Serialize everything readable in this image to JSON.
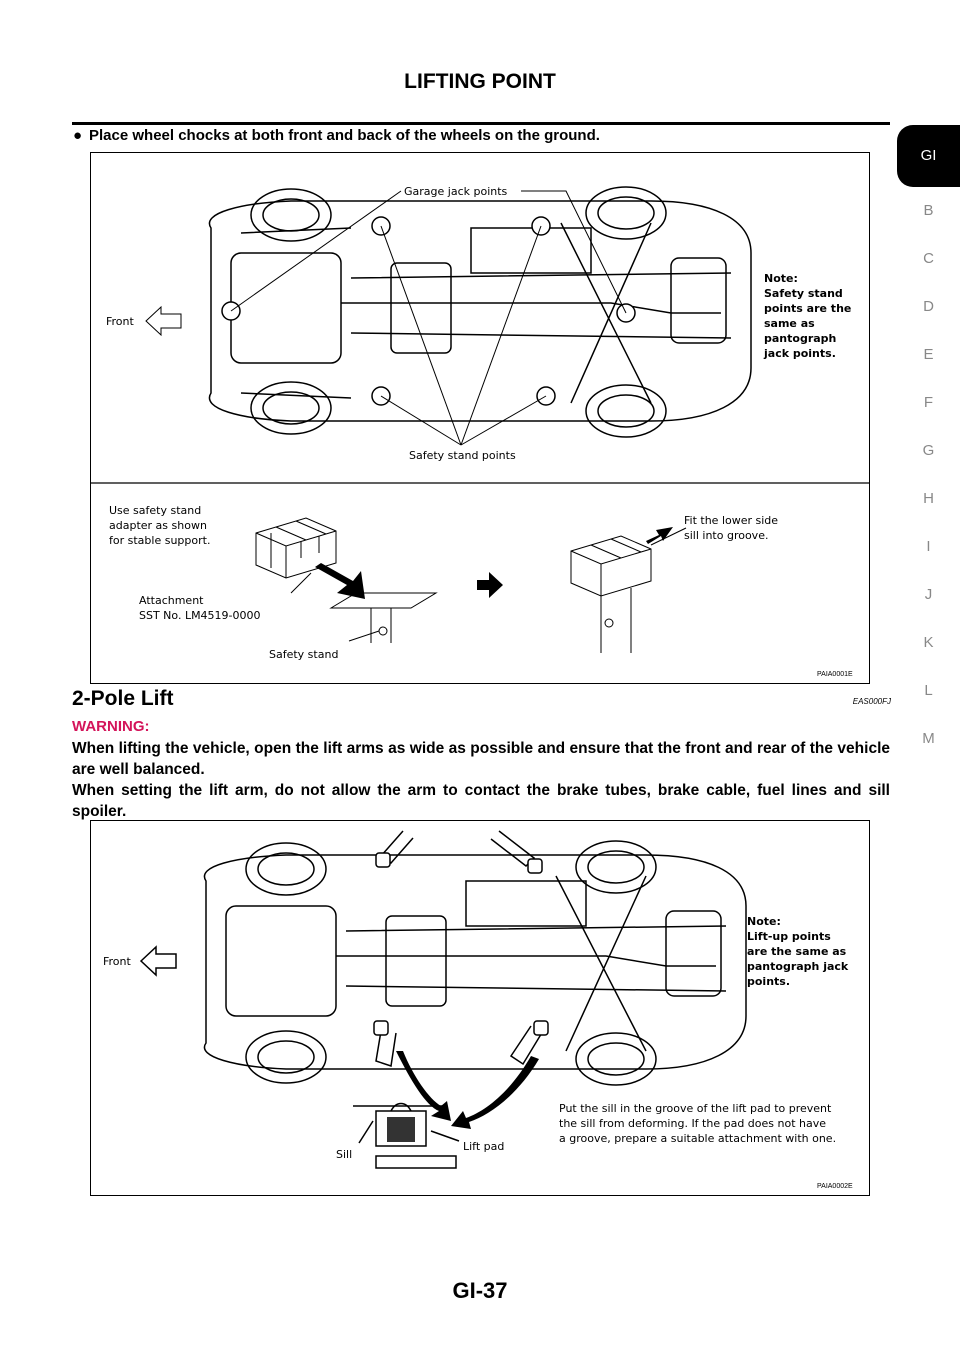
{
  "header": {
    "title": "LIFTING POINT"
  },
  "side_tabs": [
    "GI",
    "B",
    "C",
    "D",
    "E",
    "F",
    "G",
    "H",
    "I",
    "J",
    "K",
    "L",
    "M"
  ],
  "intro": {
    "bullet": "●",
    "text": "Place wheel chocks at both front and back of the wheels on the ground."
  },
  "figure1": {
    "garage_label": "Garage jack points",
    "front_label": "Front",
    "note": "Note:\nSafety stand\npoints are the\nsame as\npantograph\njack points.",
    "safety_points_label": "Safety stand points",
    "adapter_text": "Use safety stand\nadapter as shown\nfor stable support.",
    "attachment_text": "Attachment\nSST No. LM4519-0000",
    "safety_stand_label": "Safety stand",
    "groove_text": "Fit the lower side\nsill into groove.",
    "code": "PAIA0001E"
  },
  "section": {
    "heading": "2-Pole Lift",
    "code": "EAS000FJ"
  },
  "warning": {
    "label": "WARNING:",
    "line1": "When lifting the vehicle, open the lift arms as wide as possible and ensure that the front and rear of the vehicle are well balanced.",
    "line2": "When setting the lift arm, do not allow the arm to contact the brake tubes, brake cable, fuel lines and sill spoiler."
  },
  "figure2": {
    "front_label": "Front",
    "note": "Note:\nLift-up points\nare the same as\npantograph jack\npoints.",
    "groove_text": "Put the sill in the groove of the lift pad to prevent\nthe sill from deforming. If the pad does not have\na groove, prepare a suitable attachment with one.",
    "sill_label": "Sill",
    "lift_pad_label": "Lift pad",
    "code": "PAIA0002E"
  },
  "footer": {
    "page_number": "GI-37"
  }
}
